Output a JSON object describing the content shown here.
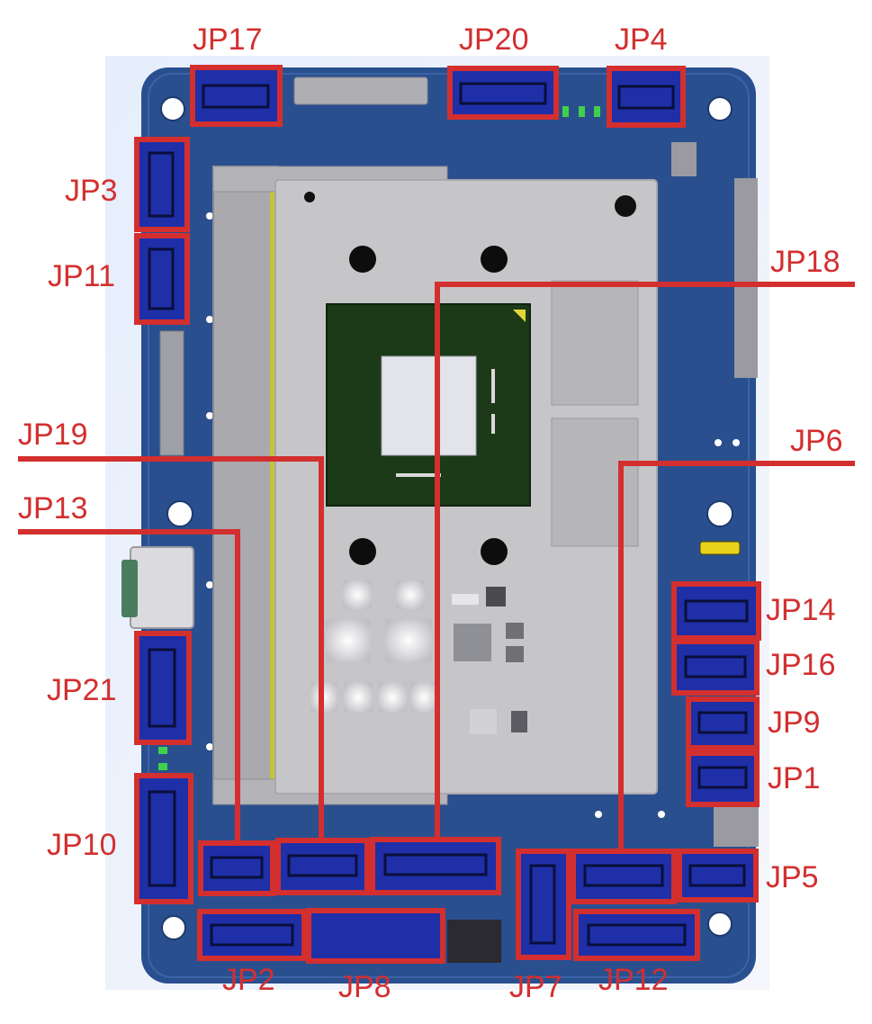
{
  "labels": {
    "jp17": "JP17",
    "jp20": "JP20",
    "jp4": "JP4",
    "jp3": "JP3",
    "jp11": "JP11",
    "jp18": "JP18",
    "jp19": "JP19",
    "jp6": "JP6",
    "jp13": "JP13",
    "jp14": "JP14",
    "jp16": "JP16",
    "jp9": "JP9",
    "jp1": "JP1",
    "jp21": "JP21",
    "jp10": "JP10",
    "jp5": "JP5",
    "jp2": "JP2",
    "jp8": "JP8",
    "jp7": "JP7",
    "jp12": "JP12"
  },
  "colors": {
    "highlight": "#d32f2f",
    "pcb": "#2a4f8f",
    "connector": "#1e2fa8",
    "shield": "#c6c6c9",
    "soc": "#1c3a17"
  }
}
